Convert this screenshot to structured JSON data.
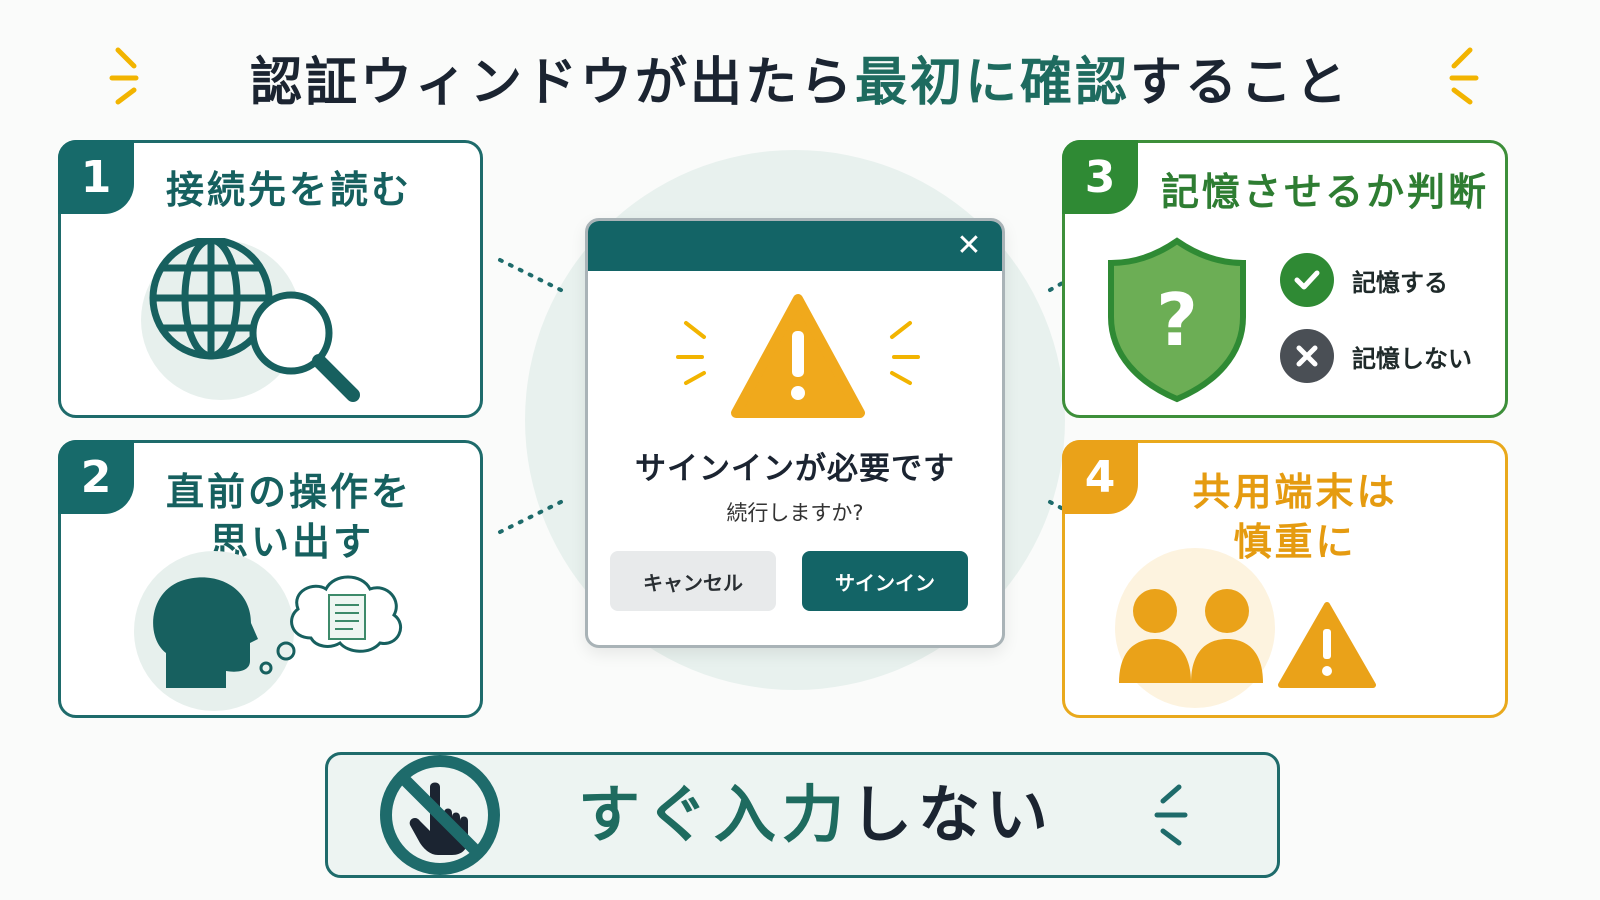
{
  "title": {
    "part1": "認証ウィンドウが出たら",
    "part2": "最初に確認",
    "part3": "すること"
  },
  "colors": {
    "teal": "#136466",
    "green": "#2f8a34",
    "amber": "#eaa219",
    "dark": "#1b2431"
  },
  "cards": [
    {
      "number": "1",
      "title": "接続先を読む",
      "icon": "globe-magnifier-icon"
    },
    {
      "number": "2",
      "title_line1": "直前の操作を",
      "title_line2": "思い出す",
      "icon": "head-thought-document-icon"
    },
    {
      "number": "3",
      "title": "記憶させるか判断",
      "icon": "shield-question-icon",
      "options": [
        {
          "label": "記憶する",
          "icon": "check-circle-icon"
        },
        {
          "label": "記憶しない",
          "icon": "x-circle-icon"
        }
      ]
    },
    {
      "number": "4",
      "title_line1": "共用端末は",
      "title_line2": "慎重に",
      "icon": "shared-users-warning-icon"
    }
  ],
  "dialog": {
    "close_symbol": "✕",
    "heading": "サインインが必要です",
    "message": "続行しますか?",
    "cancel_label": "キャンセル",
    "signin_label": "サインイン",
    "icon": "warning-triangle-icon"
  },
  "banner": {
    "part1": "すぐ入力",
    "part2": "しない",
    "icon": "no-click-hand-icon"
  }
}
